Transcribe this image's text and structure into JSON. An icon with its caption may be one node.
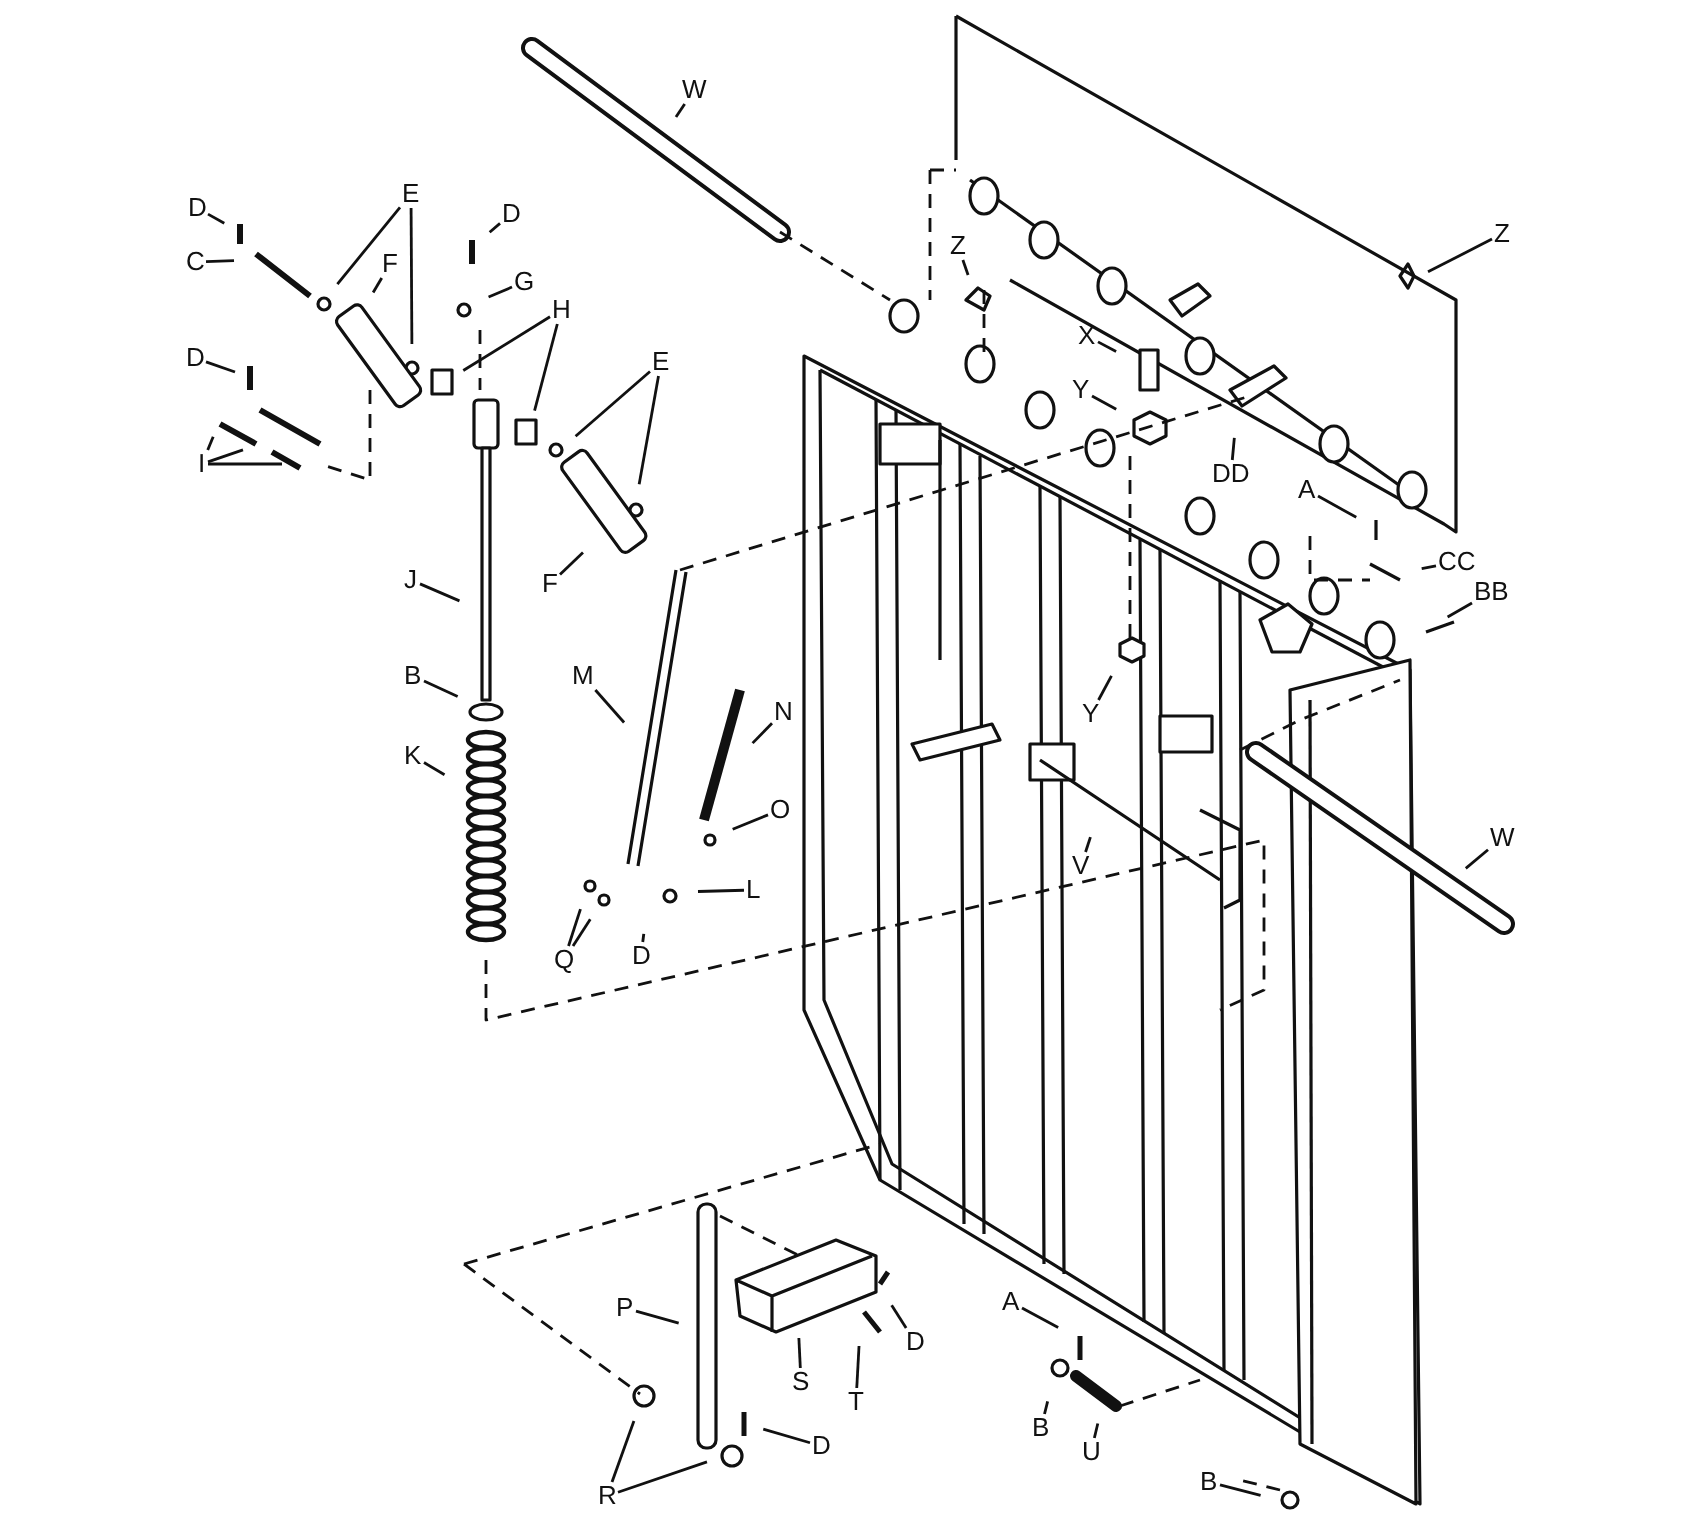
{
  "diagram": {
    "nodes": [
      {
        "text": [
          "W"
        ]
      },
      {
        "text": [
          "D"
        ]
      },
      {
        "text": [
          "E"
        ]
      },
      {
        "text": [
          "C"
        ]
      },
      {
        "text": [
          "F"
        ]
      },
      {
        "text": [
          "D"
        ]
      },
      {
        "text": [
          "G"
        ]
      },
      {
        "text": [
          "H"
        ]
      },
      {
        "text": [
          "D"
        ]
      },
      {
        "text": [
          "I"
        ]
      },
      {
        "text": [
          "E"
        ]
      },
      {
        "text": [
          "F"
        ]
      },
      {
        "text": [
          "J"
        ]
      },
      {
        "text": [
          "B"
        ]
      },
      {
        "text": [
          "K"
        ]
      },
      {
        "text": [
          "M"
        ]
      },
      {
        "text": [
          "N"
        ]
      },
      {
        "text": [
          "O"
        ]
      },
      {
        "text": [
          "L"
        ]
      },
      {
        "text": [
          "Q"
        ]
      },
      {
        "text": [
          "D"
        ]
      },
      {
        "text": [
          "Z"
        ]
      },
      {
        "text": [
          "X"
        ]
      },
      {
        "text": [
          "Y"
        ]
      },
      {
        "text": [
          "Z"
        ]
      },
      {
        "text": [
          "DD"
        ]
      },
      {
        "text": [
          "A"
        ]
      },
      {
        "text": [
          "CC"
        ]
      },
      {
        "text": [
          "BB"
        ]
      },
      {
        "text": [
          "Y"
        ]
      },
      {
        "text": [
          "V"
        ]
      },
      {
        "text": [
          "W"
        ]
      },
      {
        "text": [
          "P"
        ]
      },
      {
        "text": [
          "S"
        ]
      },
      {
        "text": [
          "D"
        ]
      },
      {
        "text": [
          "T"
        ]
      },
      {
        "text": [
          "A"
        ]
      },
      {
        "text": [
          "B"
        ]
      },
      {
        "text": [
          "U"
        ]
      },
      {
        "text": [
          "R"
        ]
      },
      {
        "text": [
          "D"
        ]
      },
      {
        "text": [
          "B"
        ]
      }
    ],
    "edges": [
      {
        "from": 0,
        "to": null,
        "arrow": "none"
      },
      {
        "from": 1,
        "to": null,
        "arrow": "none"
      },
      {
        "from": 2,
        "to": null,
        "arrow": "none"
      },
      {
        "from": 2,
        "to": null,
        "arrow": "none"
      },
      {
        "from": 3,
        "to": null,
        "arrow": "none"
      },
      {
        "from": 4,
        "to": null,
        "arrow": "none"
      },
      {
        "from": 5,
        "to": null,
        "arrow": "none"
      },
      {
        "from": 6,
        "to": null,
        "arrow": "none"
      },
      {
        "from": 7,
        "to": null,
        "arrow": "none"
      },
      {
        "from": 7,
        "to": null,
        "arrow": "none"
      },
      {
        "from": 8,
        "to": null,
        "arrow": "none"
      },
      {
        "from": 9,
        "to": null,
        "arrow": "none"
      },
      {
        "from": 9,
        "to": null,
        "arrow": "none"
      },
      {
        "from": 9,
        "to": null,
        "arrow": "none"
      },
      {
        "from": 10,
        "to": null,
        "arrow": "none"
      },
      {
        "from": 10,
        "to": null,
        "arrow": "none"
      },
      {
        "from": 11,
        "to": null,
        "arrow": "none"
      },
      {
        "from": 12,
        "to": null,
        "arrow": "none"
      },
      {
        "from": 13,
        "to": null,
        "arrow": "none"
      },
      {
        "from": 14,
        "to": null,
        "arrow": "none"
      },
      {
        "from": 15,
        "to": null,
        "arrow": "none"
      },
      {
        "from": 16,
        "to": null,
        "arrow": "none"
      },
      {
        "from": 17,
        "to": null,
        "arrow": "none"
      },
      {
        "from": 18,
        "to": null,
        "arrow": "none"
      },
      {
        "from": 19,
        "to": null,
        "arrow": "none"
      },
      {
        "from": 19,
        "to": null,
        "arrow": "none"
      },
      {
        "from": 20,
        "to": null,
        "arrow": "none"
      },
      {
        "from": 21,
        "to": null,
        "arrow": "none"
      },
      {
        "from": 22,
        "to": null,
        "arrow": "none"
      },
      {
        "from": 23,
        "to": null,
        "arrow": "none"
      },
      {
        "from": 24,
        "to": null,
        "arrow": "none"
      },
      {
        "from": 25,
        "to": null,
        "arrow": "none"
      },
      {
        "from": 26,
        "to": null,
        "arrow": "none"
      },
      {
        "from": 27,
        "to": null,
        "arrow": "none"
      },
      {
        "from": 28,
        "to": null,
        "arrow": "none"
      },
      {
        "from": 29,
        "to": null,
        "arrow": "none"
      },
      {
        "from": 30,
        "to": null,
        "arrow": "none"
      },
      {
        "from": 31,
        "to": null,
        "arrow": "none"
      },
      {
        "from": 32,
        "to": null,
        "arrow": "none"
      },
      {
        "from": 33,
        "to": null,
        "arrow": "none"
      },
      {
        "from": 34,
        "to": null,
        "arrow": "none"
      },
      {
        "from": 35,
        "to": null,
        "arrow": "none"
      },
      {
        "from": 36,
        "to": null,
        "arrow": "none"
      },
      {
        "from": 37,
        "to": null,
        "arrow": "none"
      },
      {
        "from": 38,
        "to": null,
        "arrow": "none"
      },
      {
        "from": 39,
        "to": null,
        "arrow": "none"
      },
      {
        "from": 39,
        "to": null,
        "arrow": "none"
      },
      {
        "from": 40,
        "to": null,
        "arrow": "none"
      },
      {
        "from": 41,
        "to": null,
        "arrow": "none"
      }
    ]
  }
}
